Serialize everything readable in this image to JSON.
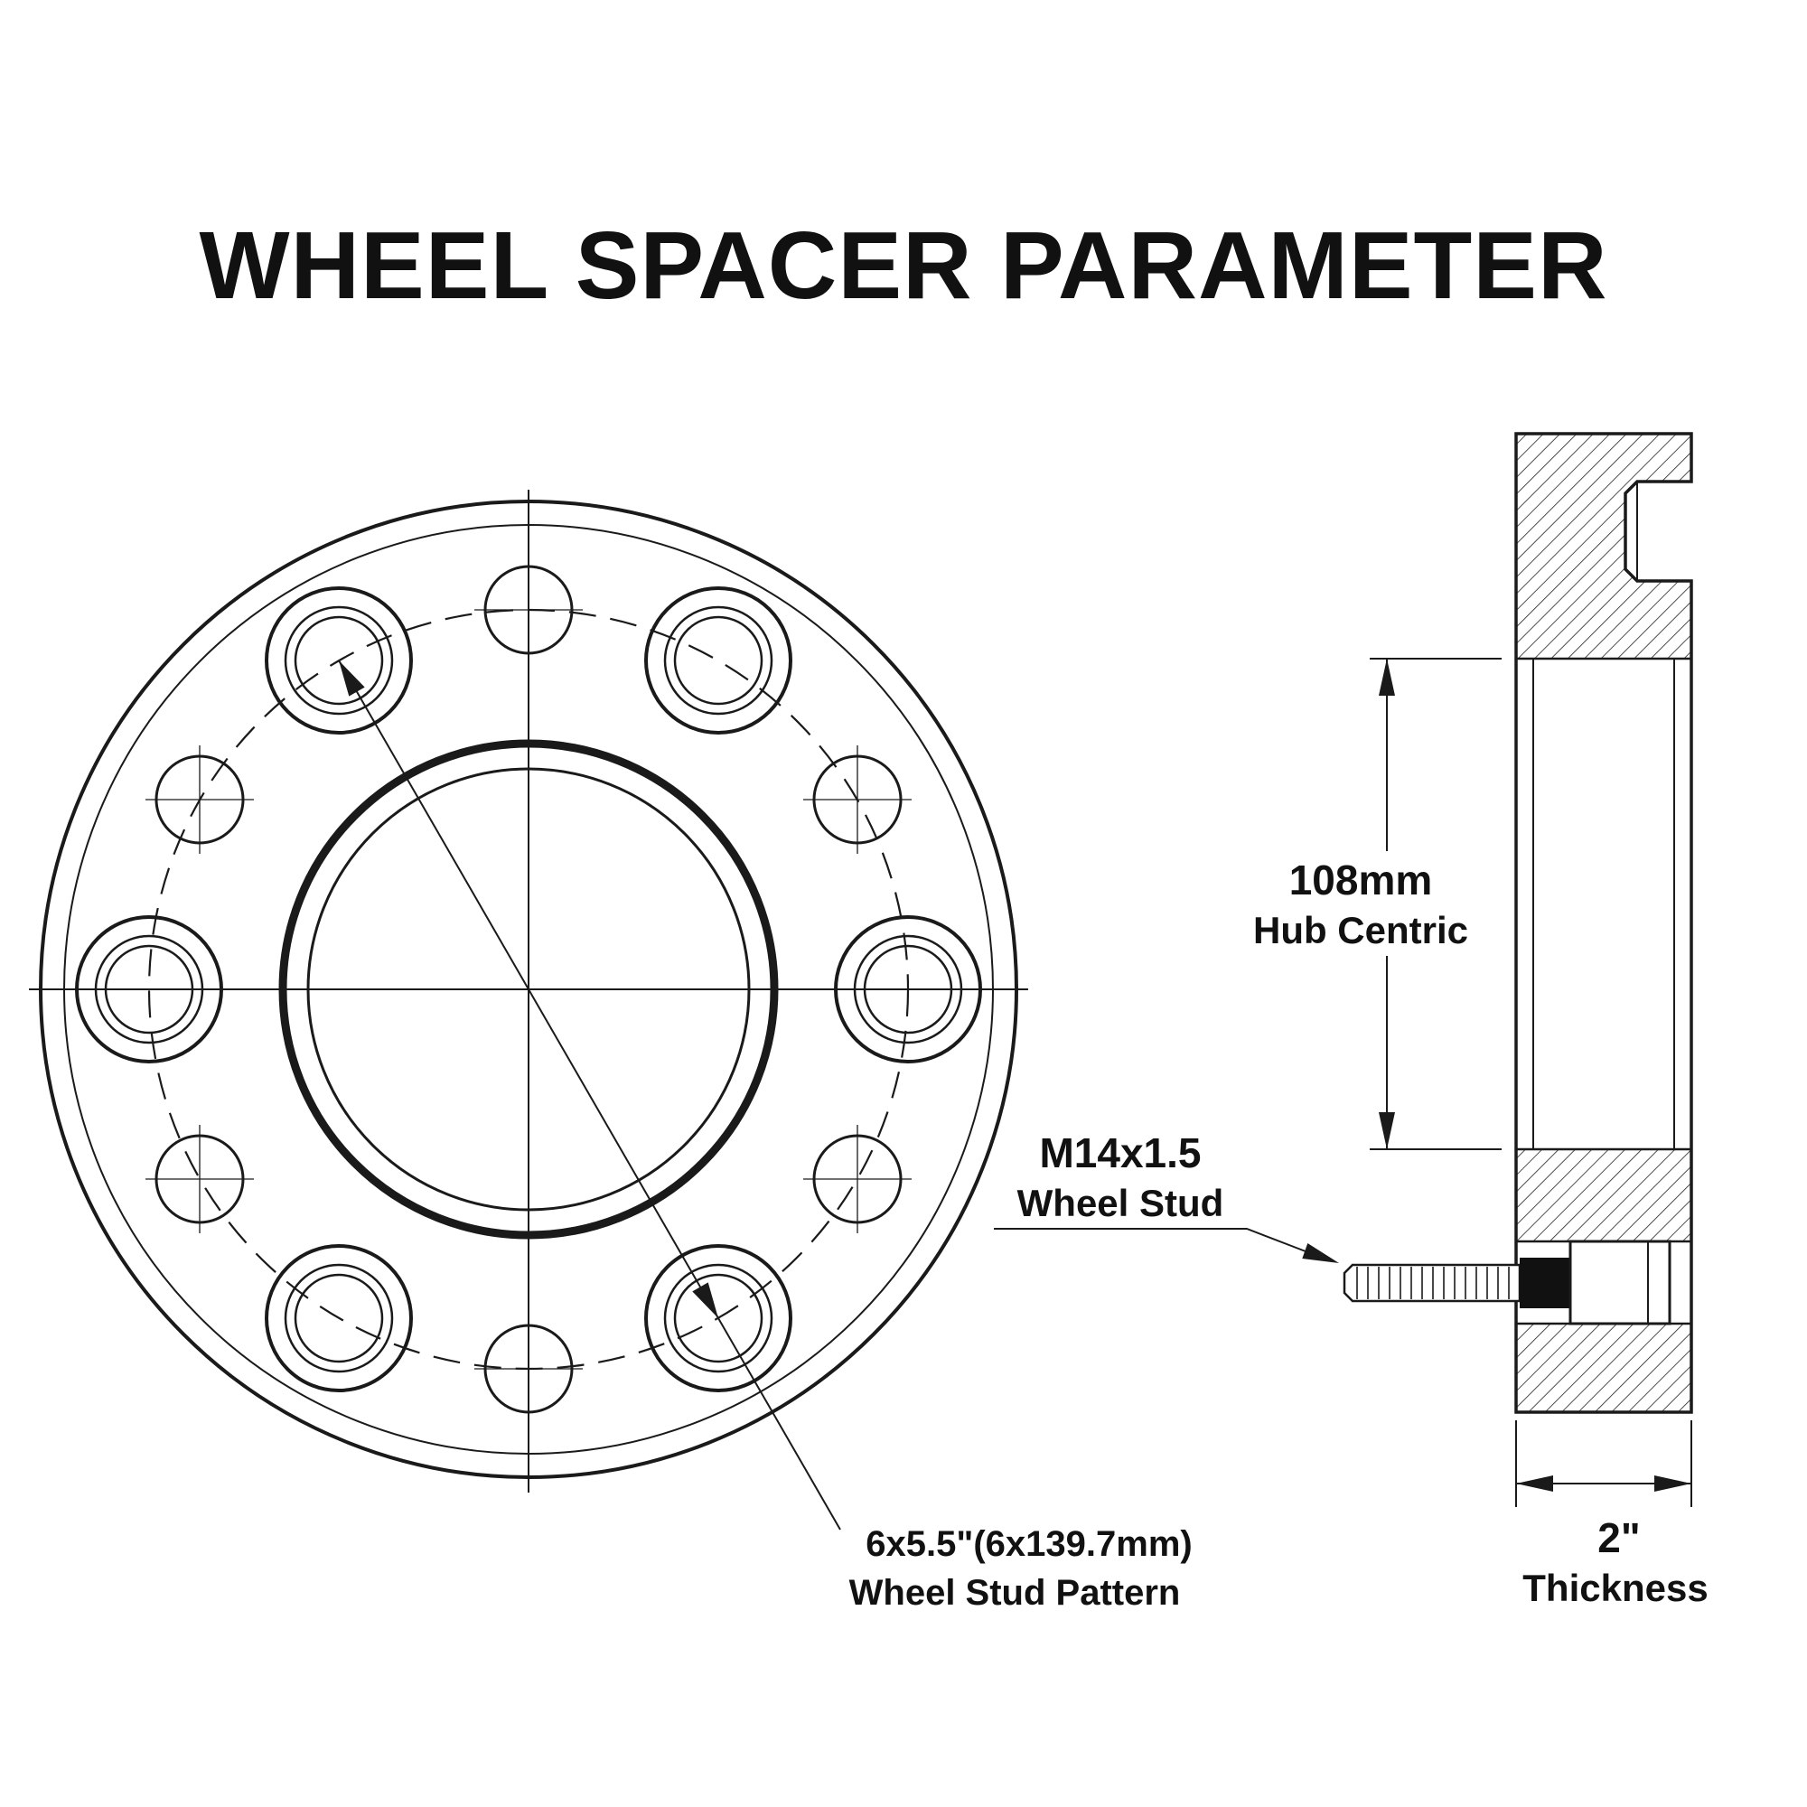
{
  "title": "WHEEL SPACER PARAMETER",
  "annotations": {
    "stud_pattern": {
      "line1": "6x5.5\"(6x139.7mm)",
      "line2": "Wheel Stud Pattern"
    },
    "hub_centric": {
      "line1": "108mm",
      "line2": "Hub Centric"
    },
    "wheel_stud": {
      "line1": "M14x1.5",
      "line2": "Wheel Stud"
    },
    "thickness": {
      "line1": "2\"",
      "line2": "Thickness"
    }
  },
  "colors": {
    "line": "#1a1a1a",
    "text": "#111111",
    "background": "#ffffff"
  }
}
